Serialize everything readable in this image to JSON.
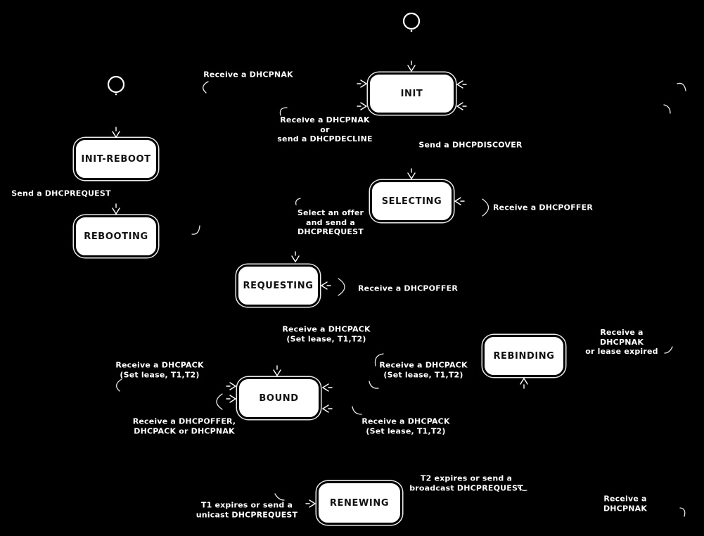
{
  "colors": {
    "background": "#000000",
    "state_fill": "#ffffff",
    "state_border": "#000000",
    "state_text": "#111111",
    "edge_label_text": "#ffffff",
    "arrow": "#ffffff"
  },
  "icons": {
    "start_state": "ring-circle-icon",
    "arrowhead": "open-chevron-icon",
    "edge_fragment": "curved-corner-arc"
  },
  "states": [
    {
      "label": "INIT"
    },
    {
      "label": "INIT-REBOOT"
    },
    {
      "label": "REBOOTING"
    },
    {
      "label": "SELECTING"
    },
    {
      "label": "REQUESTING"
    },
    {
      "label": "BOUND"
    },
    {
      "label": "REBINDING"
    },
    {
      "label": "RENEWING"
    }
  ],
  "labels": [
    {
      "text": "Receive a DHCPNAK"
    },
    {
      "text": "Receive a DHCPNAK\nor\nsend a DHCPDECLINE"
    },
    {
      "text": "Send a DHCPREQUEST"
    },
    {
      "text": "Send a DHCPDISCOVER"
    },
    {
      "text": "Receive a DHCPOFFER"
    },
    {
      "text": "Select an offer\nand send a\nDHCPREQUEST"
    },
    {
      "text": "Receive a DHCPOFFER"
    },
    {
      "text": "Receive a DHCPACK\n(Set lease, T1,T2)"
    },
    {
      "text": "Receive a DHCPACK\n(Set lease, T1,T2)"
    },
    {
      "text": "Receive a DHCPOFFER,\nDHCPACK or DHCPNAK"
    },
    {
      "text": "Receive a DHCPACK\n(Set lease, T1,T2)"
    },
    {
      "text": "Receive a DHCPACK\n(Set lease, T1,T2)"
    },
    {
      "text": "Receive a DHCPNAK\nor lease expired"
    },
    {
      "text": "T1 expires or send a\nunicast DHCPREQUEST"
    },
    {
      "text": "T2 expires or send a\nbroadcast DHCPREQUEST"
    },
    {
      "text": "Receive a DHCPNAK"
    }
  ]
}
